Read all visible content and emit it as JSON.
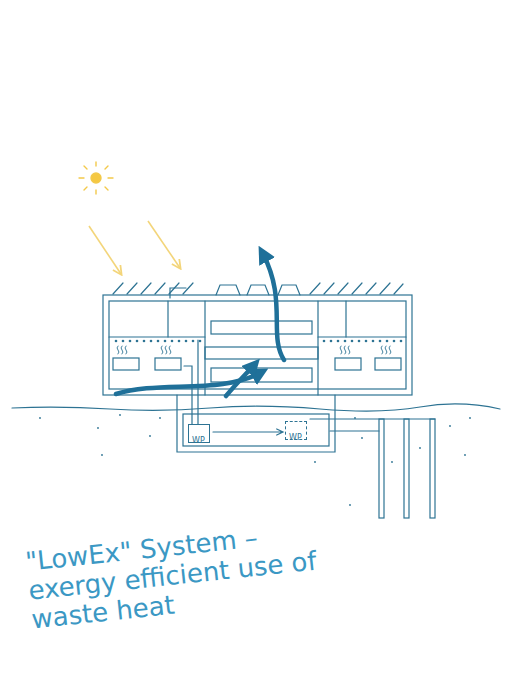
{
  "diagram": {
    "caption": "\"LowEx\" System – exergy efficient use of waste heat",
    "nodes": [
      {
        "text": [
          "WP"
        ]
      },
      {
        "text": [
          "WP"
        ]
      }
    ],
    "edges": [
      {
        "from": 0,
        "to": 1,
        "arrow": "to"
      }
    ]
  }
}
